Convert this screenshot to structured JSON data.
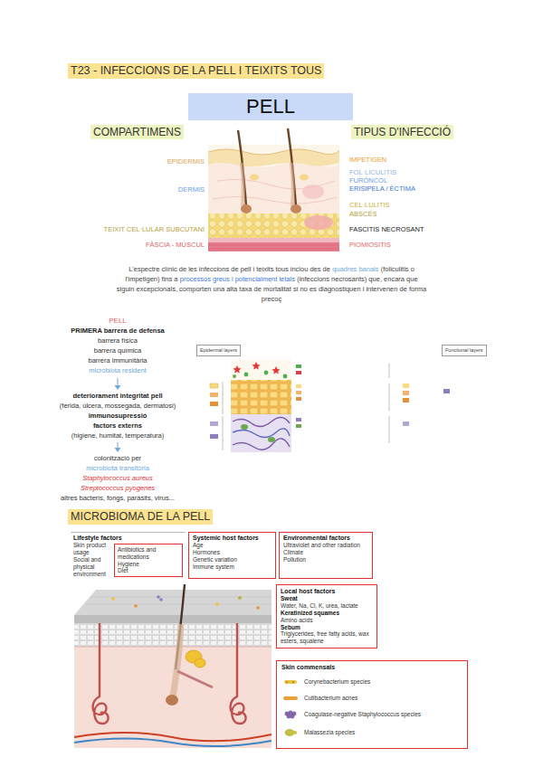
{
  "diagram": {
    "title": "T23 - INFECCIONS DE LA PELL I TEIXITS TOUS",
    "nodes": [
      {
        "text": [
          "PELL"
        ]
      },
      {
        "text": [
          "Epidermal layers"
        ]
      },
      {
        "text": [
          "Functional layers"
        ]
      },
      {
        "text": [
          "Lifestyle factors",
          "Skin product usage",
          "Social and physical environment"
        ]
      },
      {
        "text": [
          "Antibiotics and medications",
          "Hygiene",
          "Diet"
        ],
        "in": 3
      },
      {
        "text": [
          "Systemic host factors",
          "Age",
          "Hormones",
          "Genetic variation",
          "Immune system"
        ]
      },
      {
        "text": [
          "Environmental factors",
          "Ultraviolet and other radiation",
          "Climate",
          "Pollution"
        ]
      },
      {
        "text": [
          "Local host factors",
          "Sweat",
          "Water, Na, Cl, K, urea, lactate",
          "Keratinized squames",
          "Amino acids",
          "Sebum",
          "Triglycerides, free fatty acids, wax esters, squalene"
        ]
      },
      {
        "text": [
          "Skin commensals"
        ]
      }
    ],
    "labels": [
      "COMPARTIMENS",
      "TIPUS D'INFECCIÓ",
      "EPIDERMIS",
      "DERMIS",
      "TEIXIT CEL·LULAR SUBCUTANI",
      "FÀSCIA - MÚSCUL",
      "IMPETIGEN",
      "FOL·LICULITIS",
      "FURÓNCOL",
      "ERISIPELA / ÈCTIMA",
      "CEL·LULITIS",
      "ABSCÉS",
      "FASCITIS NECROSANT",
      "PIOMIOSITIS",
      "L'espectre clínic de les infeccions de pell i teixits tous inclou des de",
      "quadres banals",
      "(foliculitis o l'impetigen) fins a",
      "processos greus i potencialment letals",
      "(infeccions necrosants) que, encara que siguin excepcionals, comporten una alta taxa de mortalitat si no es diagnostiquen i intervenen de forma precoç",
      "PELL",
      "PRIMERA barrera de defensa",
      "barrera física",
      "barrera química",
      "barrera immunitària",
      "microbiota resident",
      "deteriorament integritat pell",
      "(ferida, úlcera, mossegada, dermatosi)",
      "immunosupressió",
      "factors externs",
      "(higiene, humitat, temperatura)",
      "colonització per",
      "microbiota transitòria",
      "Staphylococcus aureus",
      "Streptococcus pyogenes",
      "altres bacteris, fongs, paràsits, virus...",
      "MICROBIOMA DE LA PELL"
    ],
    "legend": [
      {
        "text": "Corynebacterium species"
      },
      {
        "text": "Cutibacterium acnes"
      },
      {
        "text": "Coagulase-negative Staphylococcus species"
      },
      {
        "text": "Malassezia species"
      }
    ]
  }
}
